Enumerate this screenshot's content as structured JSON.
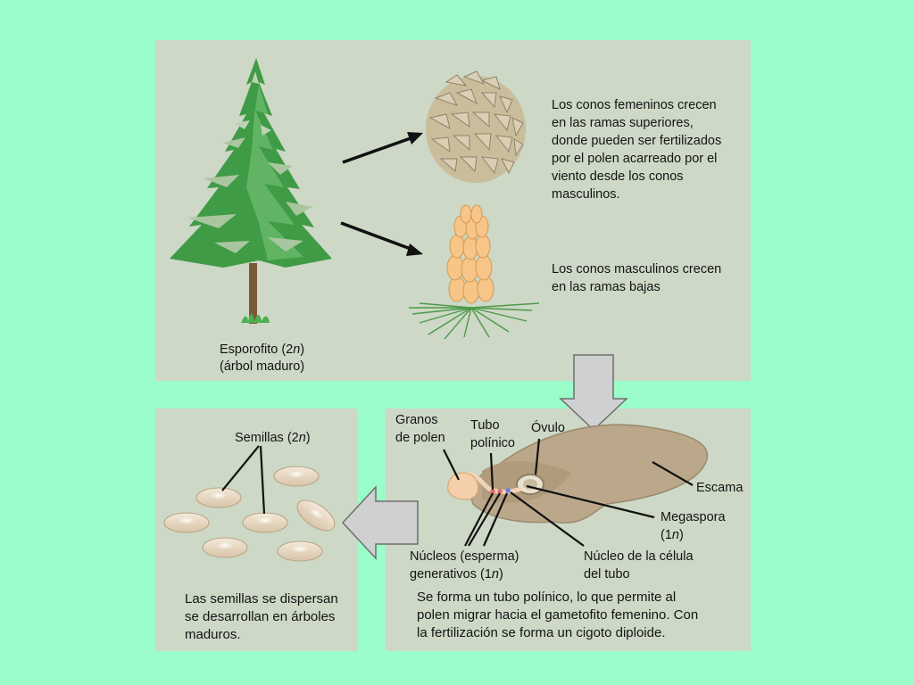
{
  "top_panel": {
    "sporophyte_label": "Esporofito (2",
    "sporophyte_n": "n",
    "sporophyte_close": ")",
    "sporophyte_sub": "(árbol maduro)",
    "female_cones_text": "Los conos femeninos crecen\nen las ramas superiores,\ndonde pueden ser fertilizados\npor el polen acarreado por el\nviento desde los conos\nmasculinos.",
    "male_cones_text": "Los conos masculinos crecen\nen las ramas bajas"
  },
  "bottom_right_panel": {
    "pollen_grains": "Granos\nde polen",
    "pollen_tube": "Tubo\npolínico",
    "ovule": "Óvulo",
    "scale": "Escama",
    "megaspore": "Megaspora",
    "megaspore_ploidy": "(1",
    "generative_nuclei": "Núcleos (esperma)",
    "generative_nuclei_line2": "generativos (1",
    "tube_cell_nucleus": "Núcleo de la célula\ndel tubo",
    "description": "Se forma un tubo polínico, lo que permite al\npolen migrar hacia el gametofito femenino. Con\nla fertilización se forma un cigoto diploide."
  },
  "bottom_left_panel": {
    "seeds_label": "Semillas (2",
    "seeds_n": "n",
    "seeds_close": ")",
    "description": "Las semillas se dispersan\nse desarrollan en árboles\nmaduros."
  },
  "colors": {
    "background": "#9bfdc9",
    "panel": "#cdd8c6",
    "tree_green": "#3f9b45",
    "cone_tan": "#d9cfb4",
    "male_cone": "#f6c587",
    "scale_brown": "#bba78a",
    "seed": "#e3d2bb",
    "process_arrow": "#cfd0d1"
  }
}
